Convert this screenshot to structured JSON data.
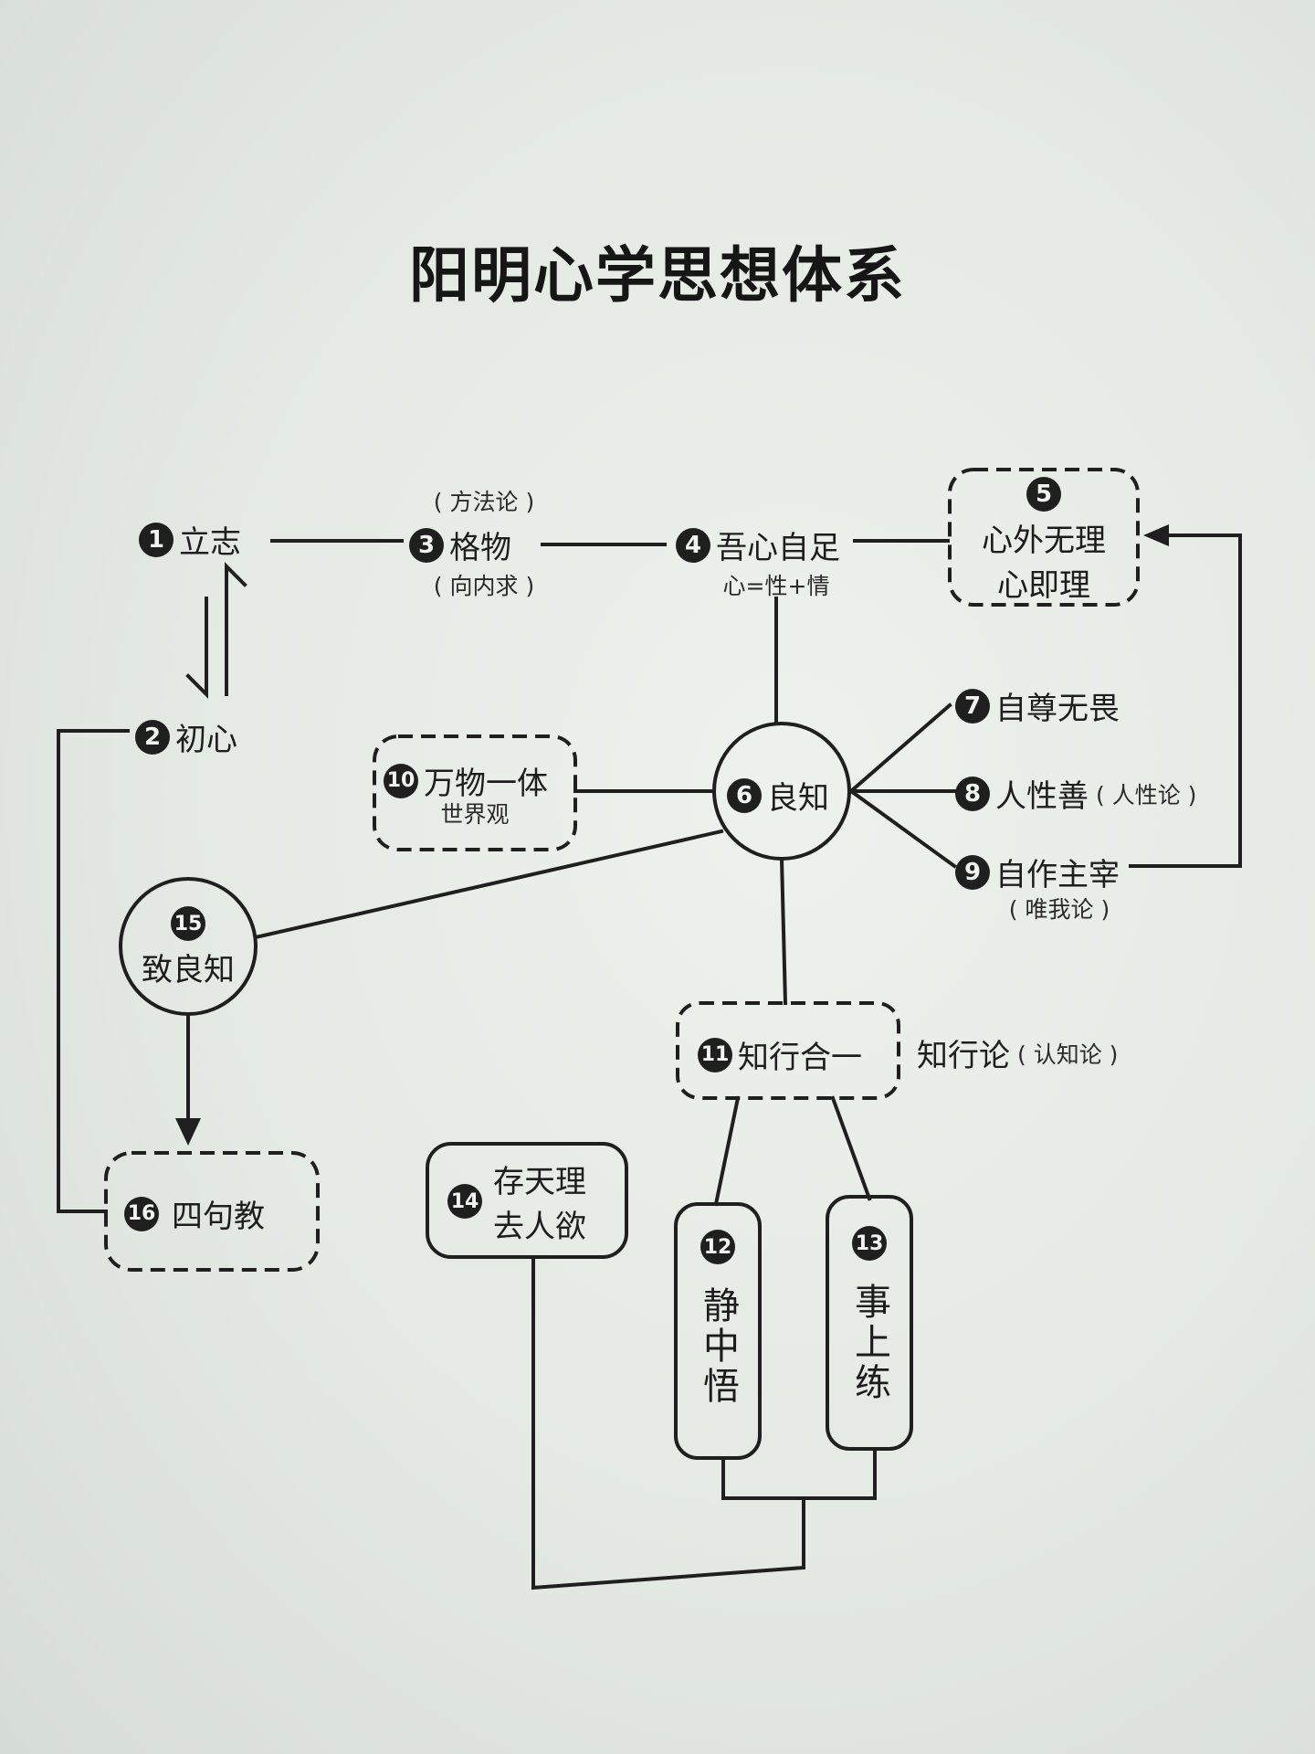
{
  "title": "阳明心学思想体系",
  "nodes": {
    "n1": {
      "num": "1",
      "label": "立志"
    },
    "n2": {
      "num": "2",
      "label": "初心"
    },
    "n3": {
      "num": "3",
      "label": "格物",
      "above": "( 方法论 )",
      "below": "( 向内求 )"
    },
    "n4": {
      "num": "4",
      "label": "吾心自足",
      "below": "心=性+情"
    },
    "n5": {
      "num": "5",
      "line1": "心外无理",
      "line2": "心即理"
    },
    "n6": {
      "num": "6",
      "label": "良知"
    },
    "n7": {
      "num": "7",
      "label": "自尊无畏"
    },
    "n8": {
      "num": "8",
      "label": "人性善",
      "note": "( 人性论 )"
    },
    "n9": {
      "num": "9",
      "label": "自作主宰",
      "note": "( 唯我论 )"
    },
    "n10": {
      "num": "10",
      "label": "万物一体",
      "sub": "世界观"
    },
    "n11": {
      "num": "11",
      "label": "知行合一",
      "side": "知行论",
      "side_note": "( 认知论 )"
    },
    "n12": {
      "num": "12",
      "label": "静中悟"
    },
    "n13": {
      "num": "13",
      "label": "事上练"
    },
    "n14": {
      "num": "14",
      "line1": "存天理",
      "line2": "去人欲"
    },
    "n15": {
      "num": "15",
      "label": "致良知"
    },
    "n16": {
      "num": "16",
      "label": "四句教"
    }
  },
  "colors": {
    "line": "#1f1f1f",
    "paper": "#e6ebe6"
  }
}
